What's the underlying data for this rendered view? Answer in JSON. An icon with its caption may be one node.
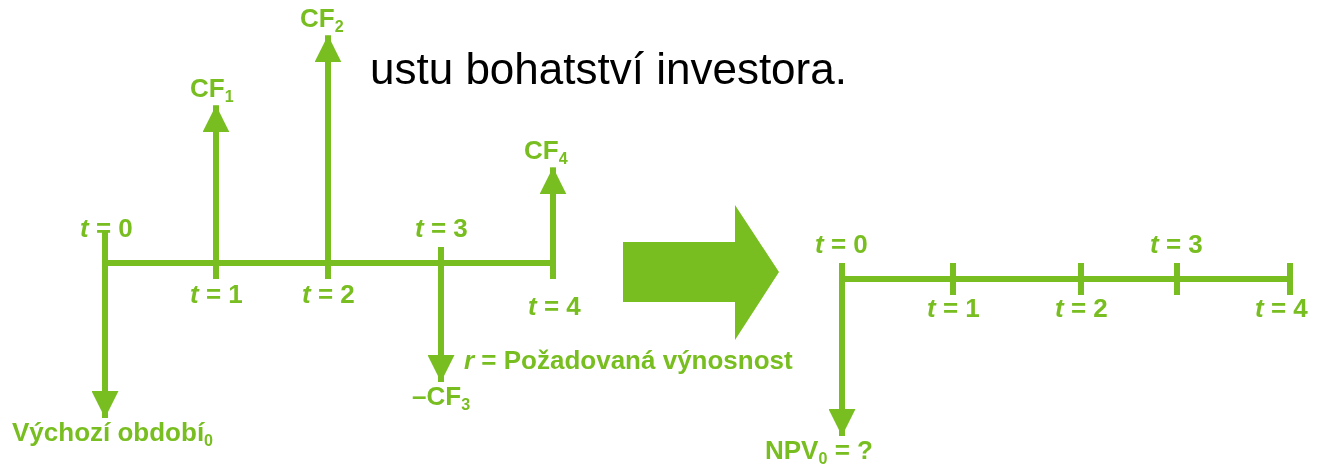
{
  "diagram": {
    "nodes": [
      {
        "text": [],
        "shape": "bar"
      },
      {
        "text": [
          "CF$_{1}$"
        ]
      },
      {
        "text": [
          "CF$_{2}$"
        ]
      },
      {
        "text": [
          "–CF$_{3}$"
        ]
      },
      {
        "text": [
          "CF$_{4}$"
        ]
      },
      {
        "text": [
          "Výchozí období$_{0}$"
        ]
      },
      {
        "text": [],
        "shape": "bar"
      },
      {
        "text": [
          "NPV$_{0}$ = ?"
        ]
      }
    ],
    "edges": [
      {
        "from": 0,
        "to": 1,
        "arrow": "to"
      },
      {
        "from": 0,
        "to": 2,
        "arrow": "to"
      },
      {
        "from": 0,
        "to": 3,
        "arrow": "to"
      },
      {
        "from": 0,
        "to": 4,
        "arrow": "to"
      },
      {
        "from": 0,
        "to": 5,
        "arrow": "to"
      },
      {
        "from": 0,
        "to": 6,
        "arrow": "to",
        "style": "thick"
      },
      {
        "from": 6,
        "to": 7,
        "arrow": "to"
      }
    ],
    "labels": [
      "ustu bohatství investora.",
      "*t* = 0",
      "*t* = 3",
      "*t* = 1",
      "*t* = 2",
      "*t* = 4",
      "*r* = Požadovaná výnosnost",
      "*t* = 0",
      "*t* = 3",
      "*t* = 1",
      "*t* = 2",
      "*t* = 4"
    ]
  }
}
